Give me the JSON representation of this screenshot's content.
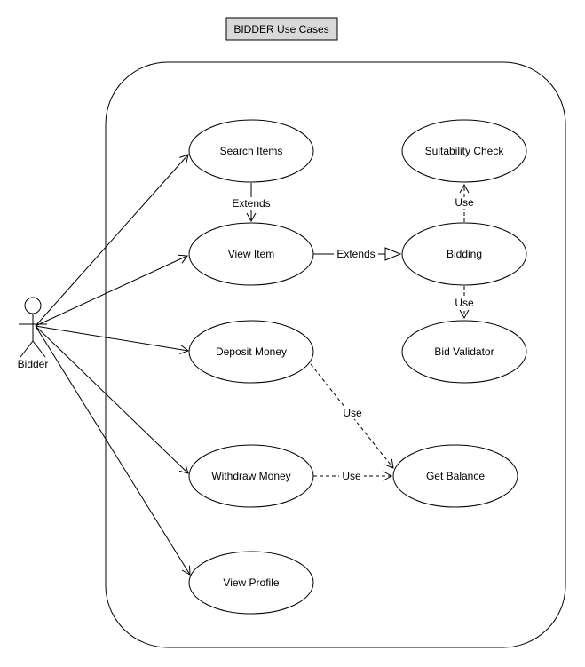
{
  "diagram": {
    "title": "BIDDER Use Cases",
    "actor": {
      "label": "Bidder"
    },
    "use_cases": [
      {
        "id": "search-items",
        "label": "Search Items"
      },
      {
        "id": "suitability-check",
        "label": "Suitability Check"
      },
      {
        "id": "view-item",
        "label": "View Item"
      },
      {
        "id": "bidding",
        "label": "Bidding"
      },
      {
        "id": "deposit-money",
        "label": "Deposit Money"
      },
      {
        "id": "bid-validator",
        "label": "Bid Validator"
      },
      {
        "id": "withdraw-money",
        "label": "Withdraw Money"
      },
      {
        "id": "get-balance",
        "label": "Get Balance"
      },
      {
        "id": "view-profile",
        "label": "View Profile"
      }
    ],
    "relationships": [
      {
        "from": "Search Items",
        "to": "View Item",
        "label": "Extends",
        "line": "solid",
        "arrow": "open"
      },
      {
        "from": "View Item",
        "to": "Bidding",
        "label": "Extends",
        "line": "solid",
        "arrow": "hollow-triangle"
      },
      {
        "from": "Bidding",
        "to": "Suitability Check",
        "label": "Use",
        "line": "dashed",
        "arrow": "open"
      },
      {
        "from": "Bidding",
        "to": "Bid Validator",
        "label": "Use",
        "line": "dashed",
        "arrow": "open"
      },
      {
        "from": "Deposit Money",
        "to": "Get Balance",
        "label": "Use",
        "line": "dashed",
        "arrow": "open"
      },
      {
        "from": "Withdraw Money",
        "to": "Get Balance",
        "label": "Use",
        "line": "dashed",
        "arrow": "open"
      }
    ],
    "actor_links": [
      "Search Items",
      "View Item",
      "Deposit Money",
      "Withdraw Money",
      "View Profile"
    ],
    "colors": {
      "stroke": "#000000",
      "shape_fill": "#ffffff",
      "title_bg": "#d9d9d9",
      "background": "#ffffff"
    }
  }
}
